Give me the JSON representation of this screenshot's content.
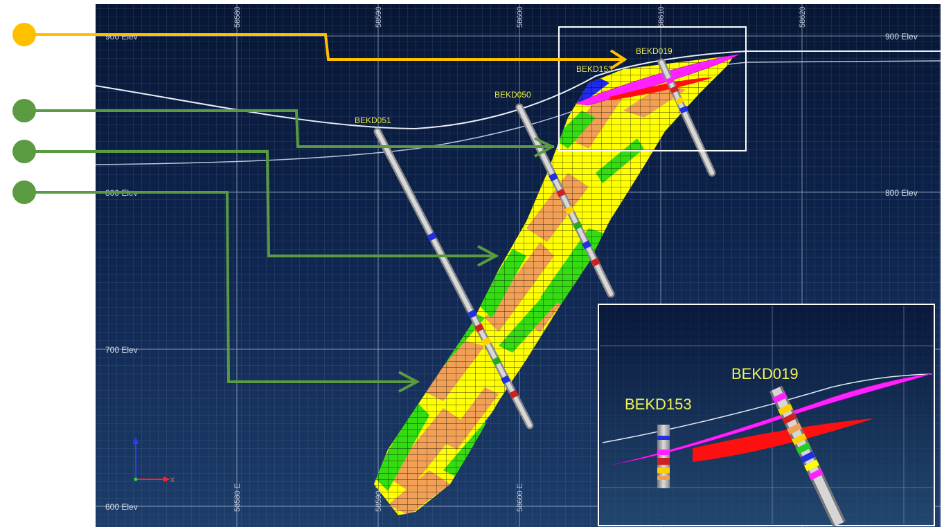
{
  "main_view": {
    "elevations": [
      {
        "label": "900 Elev",
        "value": 900
      },
      {
        "label": "800 Elev",
        "value": 800
      },
      {
        "label": "700 Elev",
        "value": 700
      },
      {
        "label": "600 Elev",
        "value": 600
      }
    ],
    "right_elevations": [
      {
        "label": "900 Elev"
      },
      {
        "label": "800 Elev"
      }
    ],
    "eastings_top": [
      "58580",
      "58590",
      "58600",
      "58610",
      "58620"
    ],
    "eastings_bottom": [
      "58580 E",
      "58590 E",
      "58600 E"
    ],
    "drillholes": [
      "BEKD051",
      "BEKD050",
      "BEKD153",
      "BEKD019"
    ],
    "axis_labels": {
      "x": "X"
    }
  },
  "inset_view": {
    "drillholes": [
      "BEKD153",
      "BEKD019"
    ]
  },
  "colors": {
    "background_top": "#0a1a3a",
    "background_bottom": "#1b3a66",
    "grid": "#8fa6c8",
    "yellow_marker": "#ffc000",
    "green_marker": "#5a9a40",
    "magenta": "#ff00ff",
    "red": "#ff0000",
    "block_yellow": "#ffff00",
    "block_orange": "#f0a050",
    "block_green": "#33dd11",
    "block_blue": "#1122ee",
    "label_yellow": "#e8e84a"
  }
}
